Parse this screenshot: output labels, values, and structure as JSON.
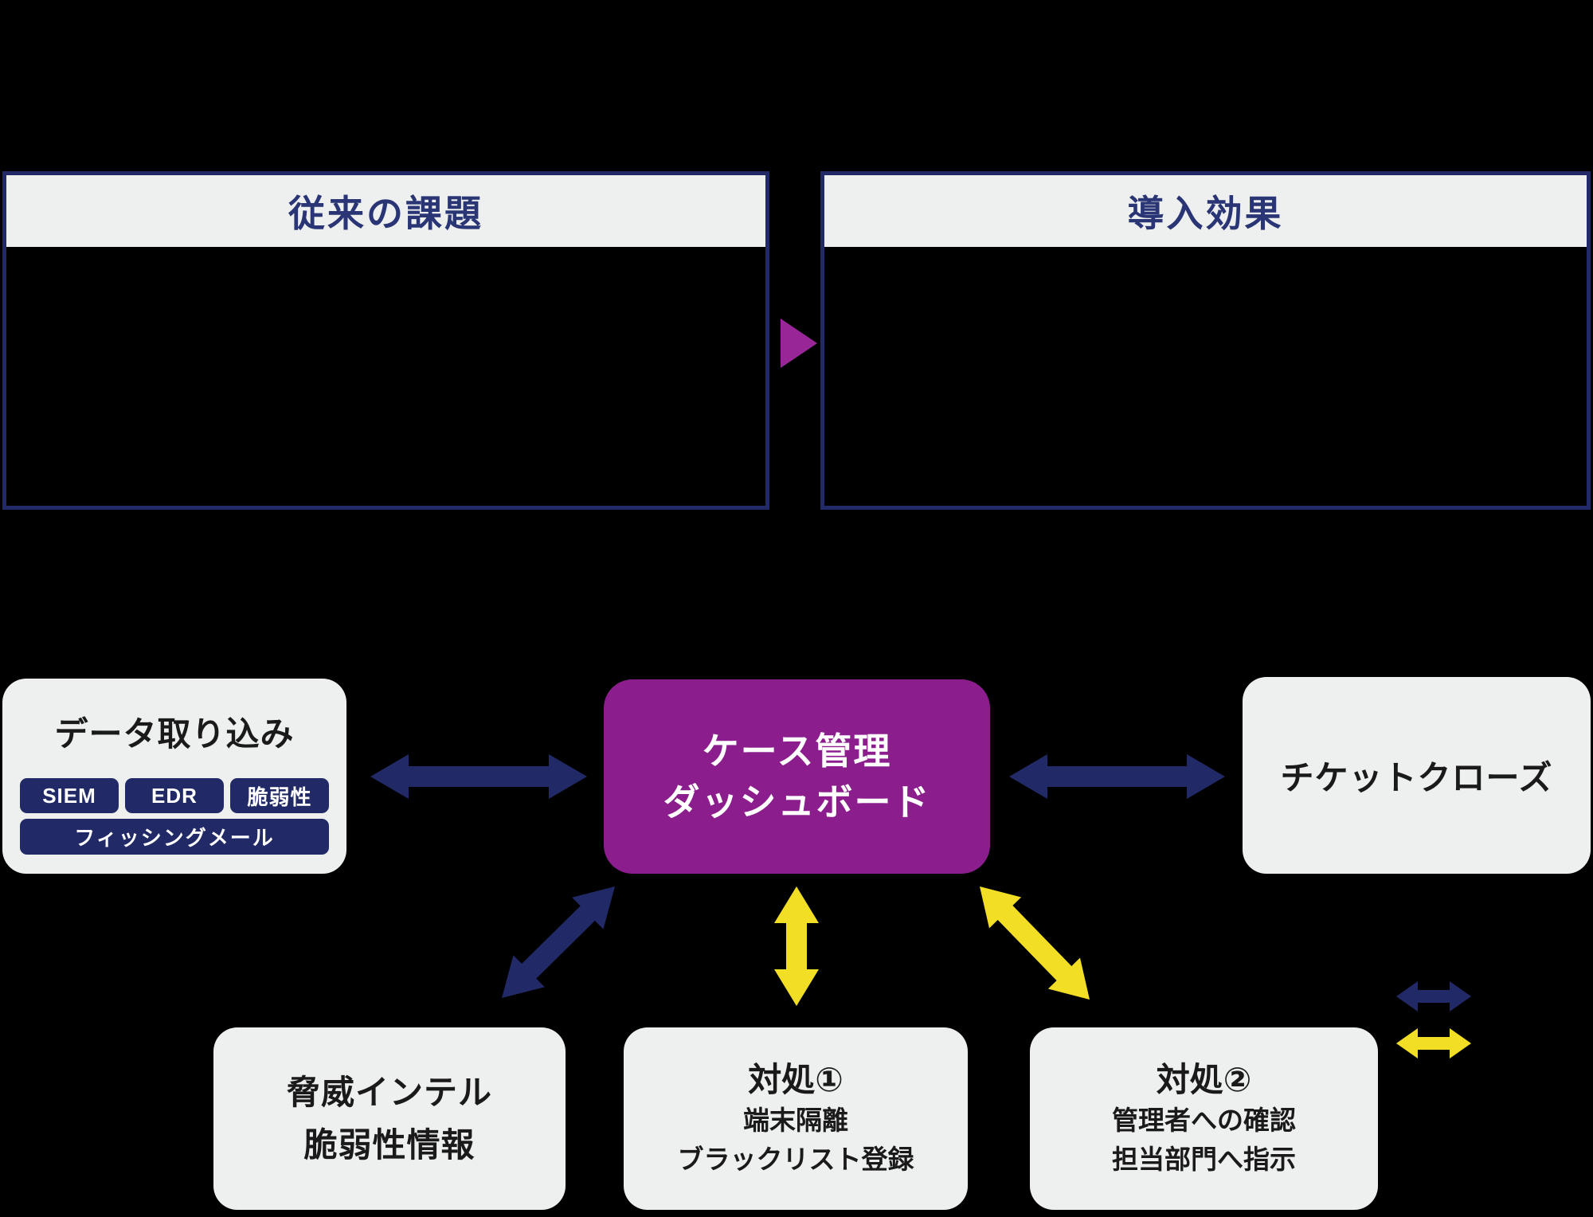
{
  "colors": {
    "navy": "#212a66",
    "purple": "#8c1d8c",
    "magenta": "#992697",
    "yellow": "#f2df25",
    "card_bg": "#eeefef",
    "header_text": "#293574",
    "text_dark": "#1a1a1a",
    "background": "#000000",
    "white": "#ffffff"
  },
  "top_section": {
    "left_panel": {
      "title": "従来の課題"
    },
    "right_panel": {
      "title": "導入効果"
    }
  },
  "flow": {
    "data_ingest": {
      "title": "データ取り込み",
      "sources": [
        "SIEM",
        "EDR",
        "脆弱性"
      ],
      "source_wide": "フィッシングメール"
    },
    "dashboard": {
      "title_line1": "ケース管理",
      "title_line2": "ダッシュボード"
    },
    "ticket_close": {
      "title": "チケットクローズ"
    },
    "threat_intel": {
      "line1": "脅威インテル",
      "line2": "脆弱性情報"
    },
    "response1": {
      "title": "対処①",
      "line1": "端末隔離",
      "line2": "ブラックリスト登録"
    },
    "response2": {
      "title": "対処②",
      "line1": "管理者への確認",
      "line2": "担当部門へ指示"
    }
  }
}
